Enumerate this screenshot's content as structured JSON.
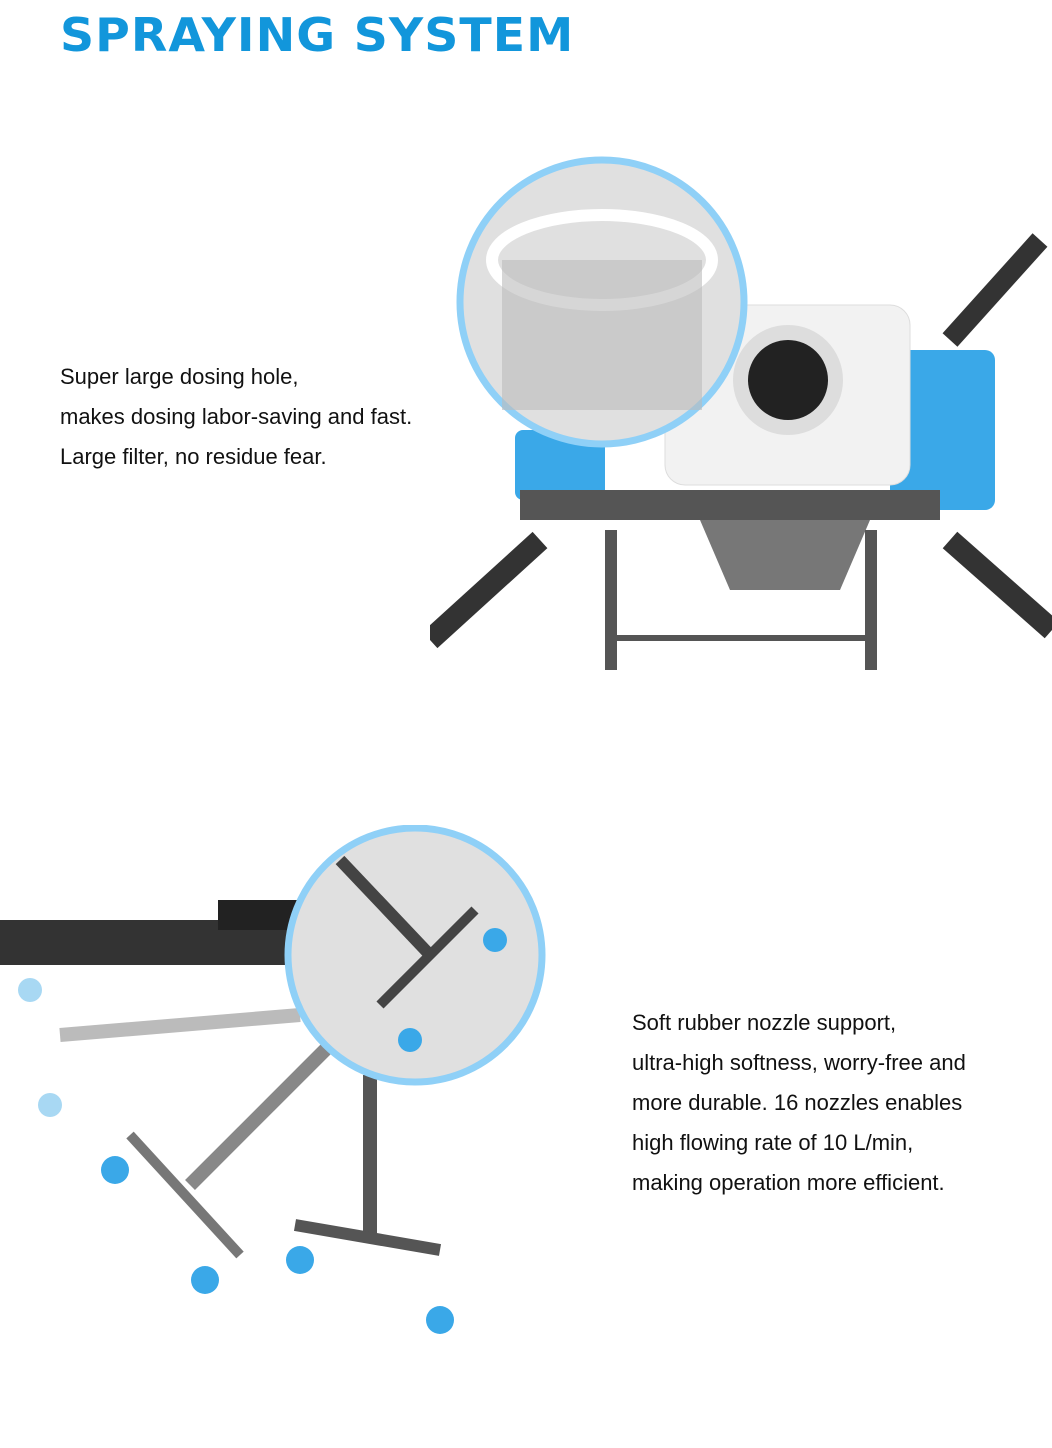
{
  "title": "SPRAYING SYSTEM",
  "section1": {
    "lines": [
      "Super large dosing hole,",
      "makes dosing labor-saving and fast.",
      "Large filter, no residue fear."
    ]
  },
  "section2": {
    "lines": [
      "Soft rubber nozzle support,",
      "ultra-high softness, worry-free and",
      "more durable. 16 nozzles enables",
      "high flowing rate of 10 L/min,",
      "making operation more efficient."
    ]
  },
  "colors": {
    "accent": "#1296db",
    "tank_blue": "#3aa8e8",
    "circle_border": "#8fd0f7"
  }
}
